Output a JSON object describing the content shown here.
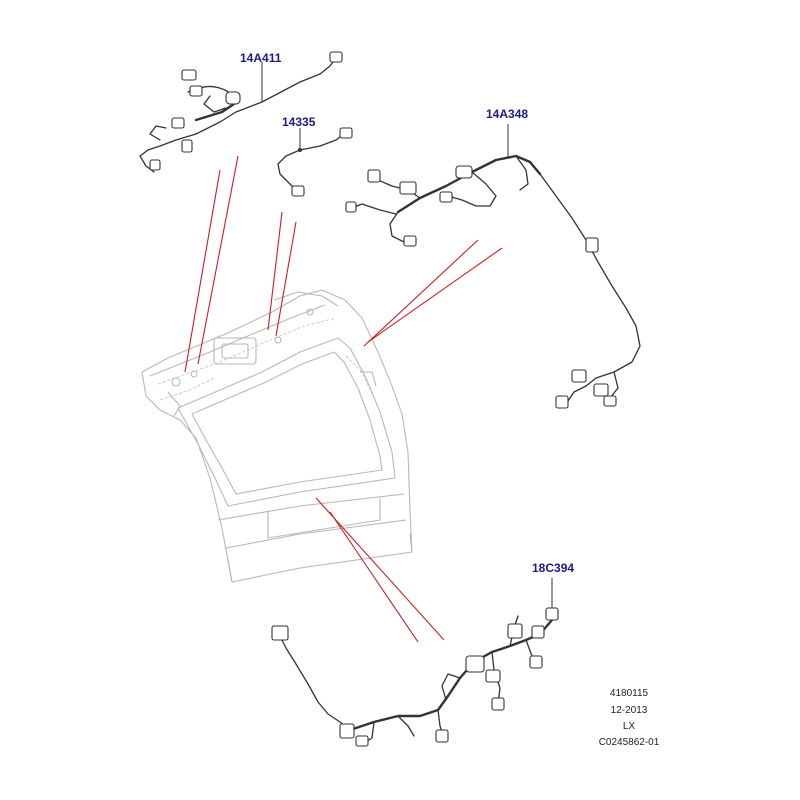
{
  "parts": [
    {
      "id": "harness-14a411",
      "label": "14A411"
    },
    {
      "id": "harness-14335",
      "label": "14335"
    },
    {
      "id": "harness-14a348",
      "label": "14A348"
    },
    {
      "id": "harness-18c394",
      "label": "18C394"
    }
  ],
  "metadata": {
    "line1": "4180115",
    "line2": "12-2013",
    "line3": "LX",
    "line4": "C0245862-01"
  },
  "colors": {
    "callout_text": "#1a1a8c",
    "leader_lines": "#cc1f1f",
    "harness": "#333333",
    "tailgate_outline": "#b8b8b8"
  }
}
